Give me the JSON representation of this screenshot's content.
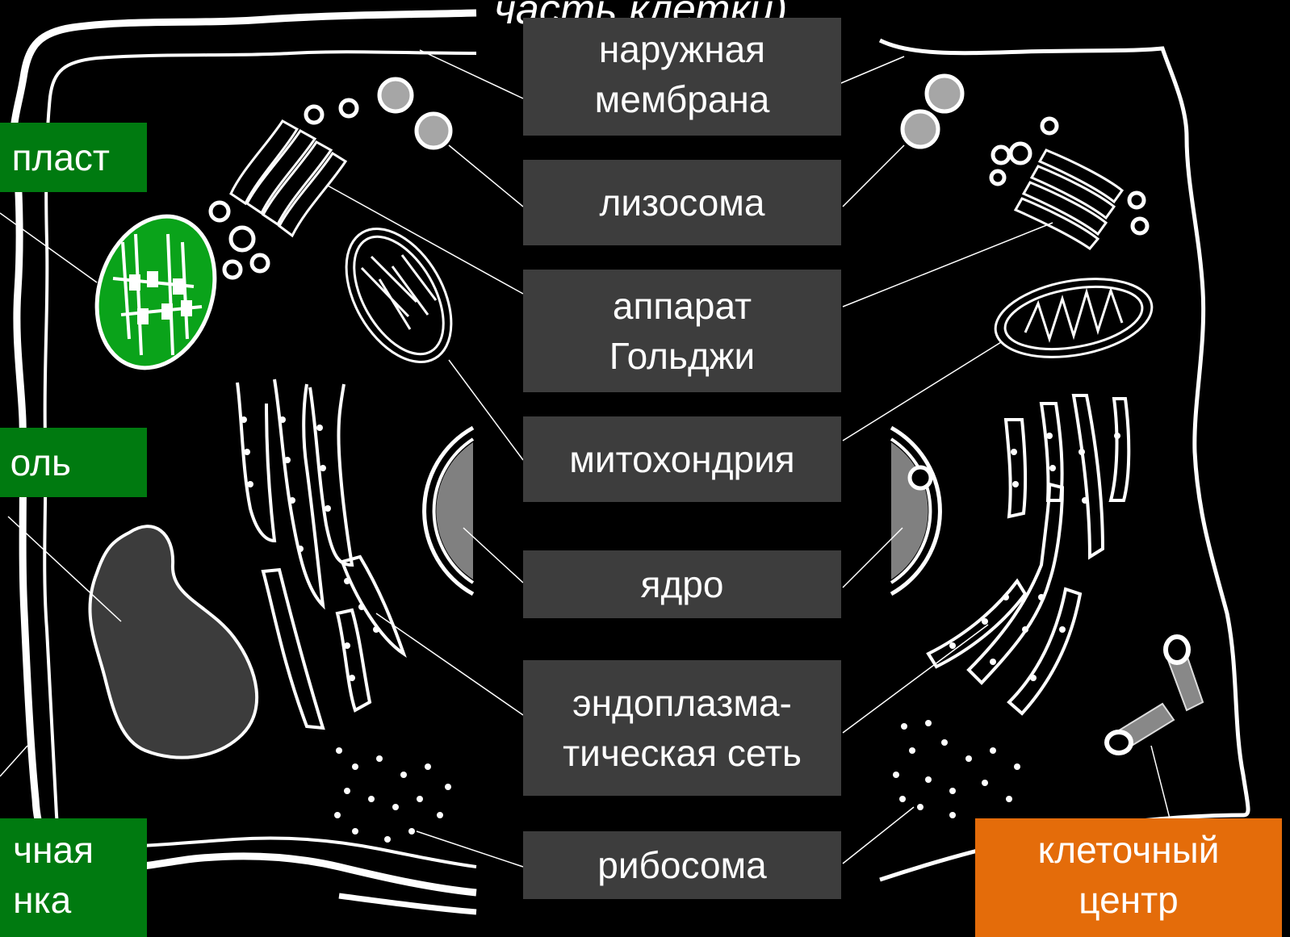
{
  "title": "часть клетки)",
  "labels": {
    "membrane": [
      "наружная",
      "мембрана"
    ],
    "lysosome": "лизосома",
    "golgi": [
      "аппарат",
      "Гольджи"
    ],
    "mitochondrion": "митохондрия",
    "nucleus": "ядро",
    "er": [
      "эндоплазма-",
      "тическая сеть"
    ],
    "ribosome": "рибосома",
    "chloroplast": "пласт",
    "vacuole": "оль",
    "cell_wall": [
      "чная",
      "нка"
    ],
    "centrosome": [
      "клеточный",
      "центр"
    ]
  },
  "colors": {
    "background": "#000000",
    "center_label": "#3d3d3d",
    "plant_label": "#007a10",
    "animal_label": "#e46c0a",
    "chloroplast": "#0aa31a",
    "nucleus": "#808080",
    "lysosome": "#a6a6a6",
    "vacuole": "#3c3c3c"
  }
}
